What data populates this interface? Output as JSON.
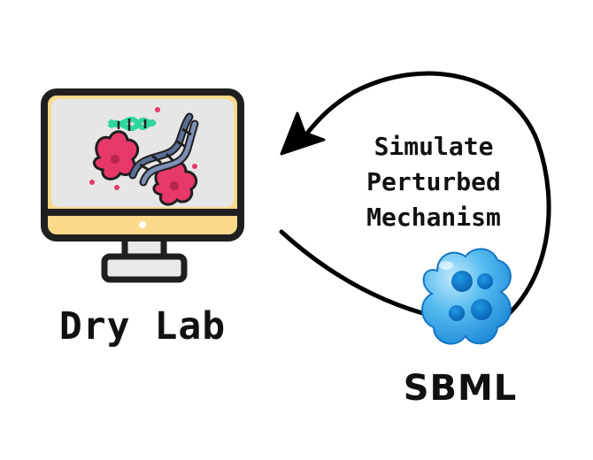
{
  "dry_lab": {
    "label": "Dry Lab",
    "icon": "computer-monitor-icon"
  },
  "process": {
    "lines": [
      "Simulate",
      "Perturbed",
      "Mechanism"
    ]
  },
  "sbml": {
    "label": "SBML",
    "icon": "sbml-logo"
  },
  "colors": {
    "monitor_outline": "#1f1f1f",
    "screen": "#e6e6e6",
    "chin": "#fbd98a",
    "stand": "#e9e9e9",
    "cell": "#e6386a",
    "dna_accent": "#2fd6a0",
    "dna_main": "#5a6e96",
    "sbml_light": "#6cc7f4",
    "sbml_dark": "#1d8fdc",
    "arrow": "#000000"
  }
}
